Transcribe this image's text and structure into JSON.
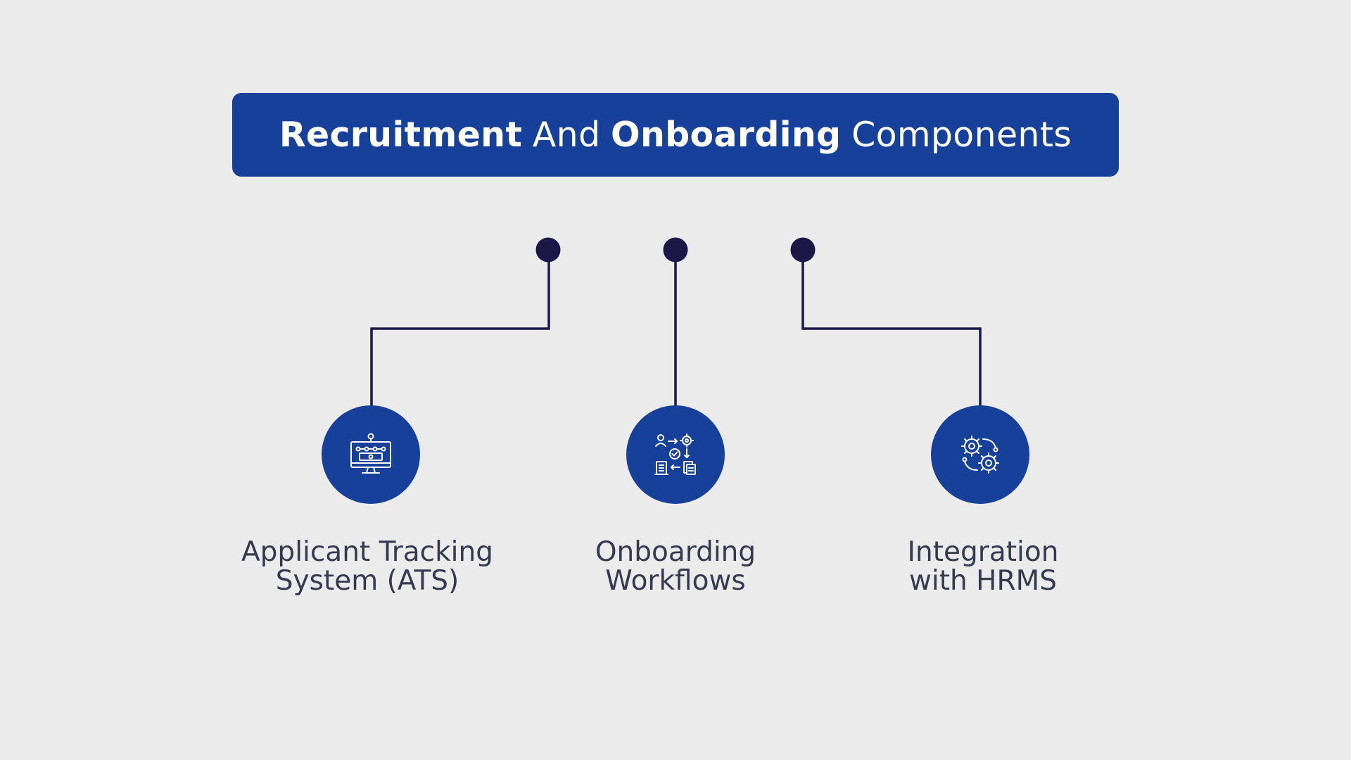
{
  "title": {
    "parts": [
      {
        "text": "Recruitment",
        "weight": "bold"
      },
      {
        "text": "And",
        "weight": "normal"
      },
      {
        "text": "Onboarding",
        "weight": "bold"
      },
      {
        "text": "Components",
        "weight": "normal"
      }
    ]
  },
  "colors": {
    "background": "#ebebeb",
    "accent": "#17409a",
    "connector": "#1b1848",
    "label_text": "#363a4f"
  },
  "components": [
    {
      "label_line1": "Applicant Tracking",
      "label_line2": "System (ATS)",
      "icon": "monitor-progress-icon"
    },
    {
      "label_line1": "Onboarding",
      "label_line2": "Workflows",
      "icon": "workflow-cycle-icon"
    },
    {
      "label_line1": "Integration",
      "label_line2": "with HRMS",
      "icon": "gears-integration-icon"
    }
  ]
}
